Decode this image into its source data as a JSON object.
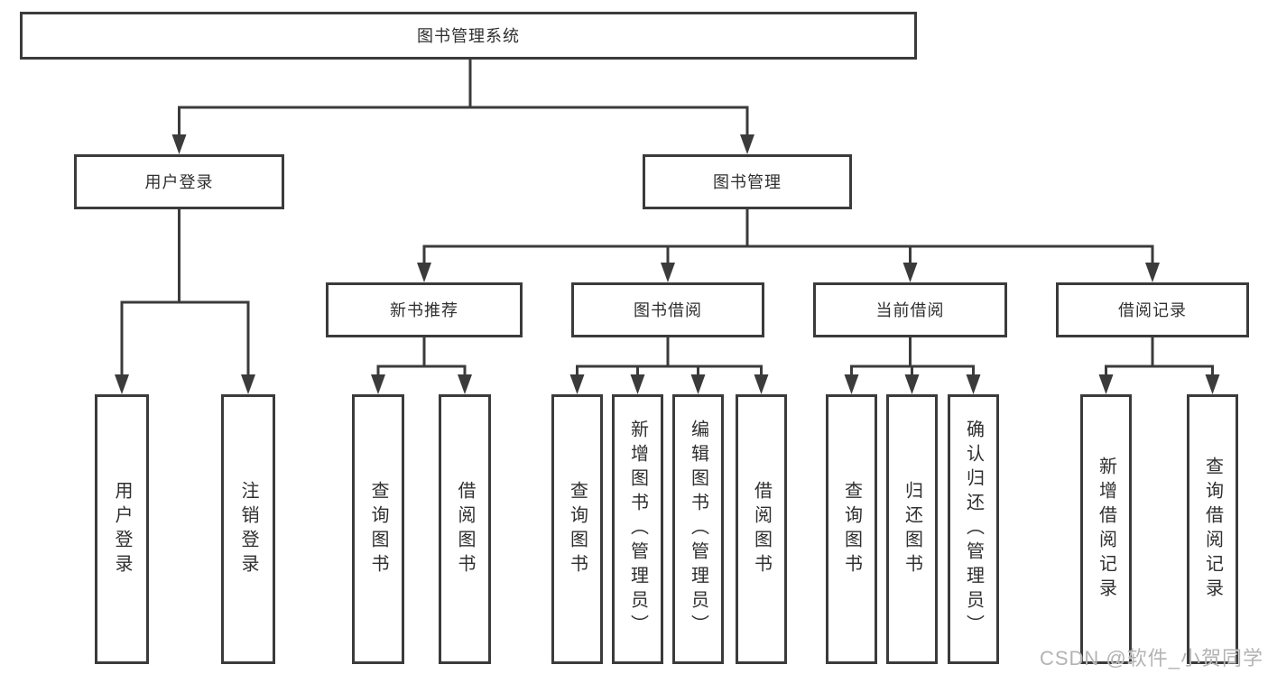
{
  "tree": {
    "root": "图书管理系统",
    "branches": [
      {
        "label": "用户登录",
        "children": [
          "用户登录",
          "注销登录"
        ]
      },
      {
        "label": "图书管理",
        "sections": [
          {
            "label": "新书推荐",
            "children": [
              "查询图书",
              "借阅图书"
            ]
          },
          {
            "label": "图书借阅",
            "children": [
              "查询图书",
              "新增图书（管理员）",
              "编辑图书（管理员）",
              "借阅图书"
            ]
          },
          {
            "label": "当前借阅",
            "children": [
              "查询图书",
              "归还图书",
              "确认归还（管理员）"
            ]
          },
          {
            "label": "借阅记录",
            "children": [
              "新增借阅记录",
              "查询借阅记录"
            ]
          }
        ]
      }
    ]
  },
  "watermark": "CSDN @软件_小贺同学",
  "colors": {
    "line": "#3b3b3b",
    "text": "#2f2f2f",
    "watermark": "#b3b3b3",
    "background": "#ffffff"
  }
}
